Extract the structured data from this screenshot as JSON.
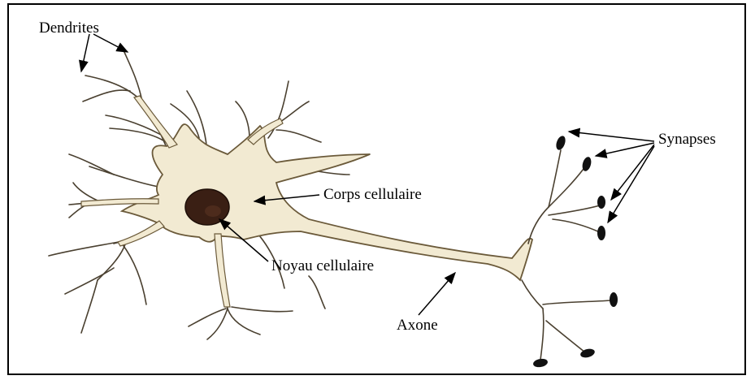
{
  "labels": {
    "dendrites": "Dendrites",
    "cell_body": "Corps cellulaire",
    "nucleus": "Noyau cellulaire",
    "axon": "Axone",
    "synapses": "Synapses"
  },
  "colors": {
    "cytoplasm_fill": "#f2ead2",
    "membrane_outline": "#6b5a3a",
    "nucleus_fill": "#3a1f14",
    "terminal_fill": "#111111",
    "border": "#000000"
  }
}
